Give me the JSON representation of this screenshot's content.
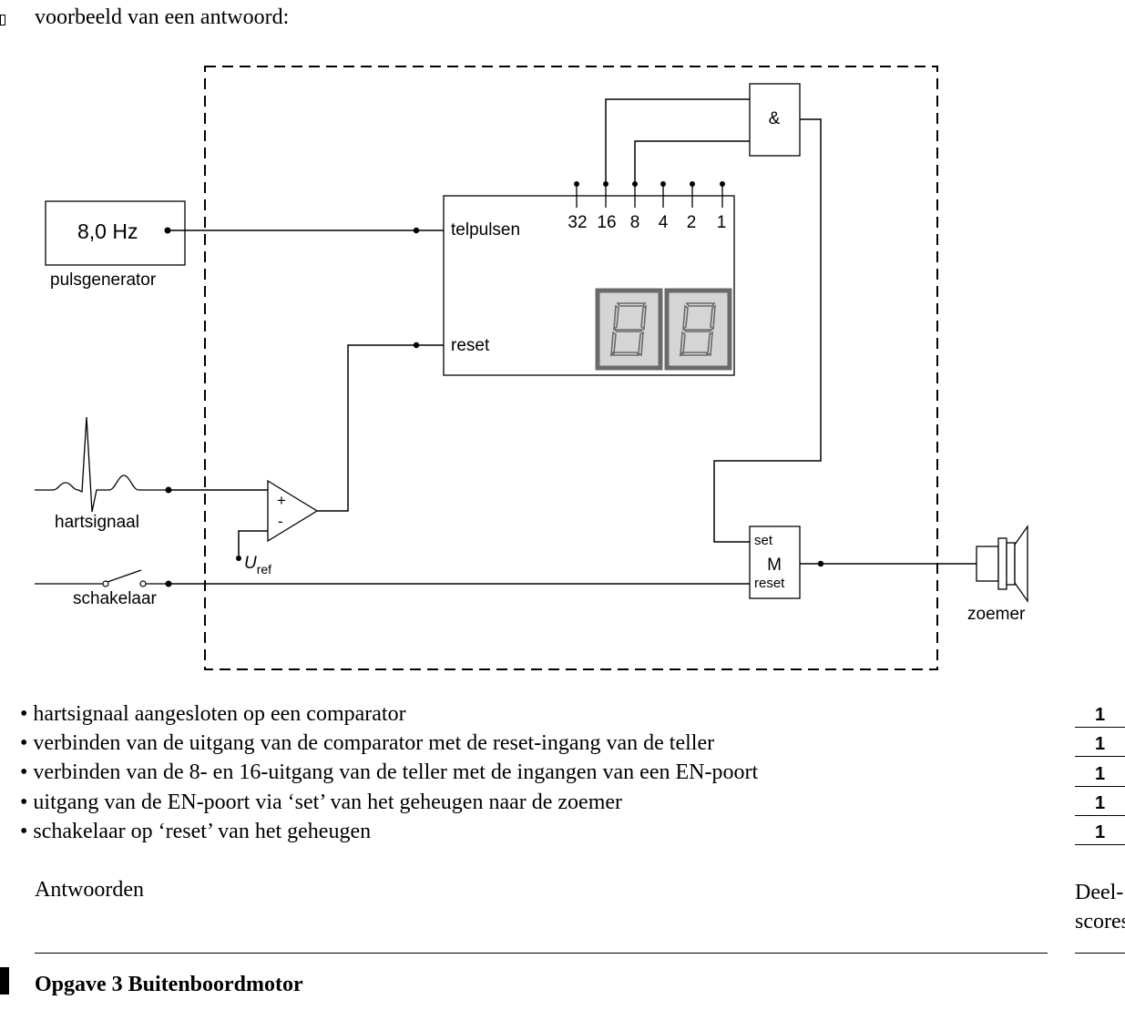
{
  "intro": "voorbeeld van een antwoord:",
  "diagram": {
    "pulse_value": "8,0 Hz",
    "pulse_label": "pulsgenerator",
    "counter_inputs": [
      "telpulsen",
      "reset"
    ],
    "counter_outputs": [
      "32",
      "16",
      "8",
      "4",
      "2",
      "1"
    ],
    "and_gate": "&",
    "comparator_plus": "+",
    "comparator_minus": "-",
    "uref_main": "U",
    "uref_sub": "ref",
    "heart_label": "hartsignaal",
    "switch_label": "schakelaar",
    "memory_set": "set",
    "memory_label": "M",
    "memory_reset": "reset",
    "buzzer_label": "zoemer"
  },
  "criteria": [
    {
      "text": "hartsignaal aangesloten op een comparator",
      "points": "1"
    },
    {
      "text": "verbinden van de uitgang van de comparator met de reset-ingang van de teller",
      "points": "1"
    },
    {
      "text": "verbinden van de 8- en 16-uitgang van de teller met de ingangen van een EN-poort",
      "points": "1"
    },
    {
      "text": "uitgang van de EN-poort via ‘set’ van het geheugen naar de zoemer",
      "points": "1"
    },
    {
      "text": "schakelaar op ‘reset’ van het geheugen",
      "points": "1"
    }
  ],
  "footer": {
    "answers": "Antwoorden",
    "deel_line1": "Deel-",
    "deel_line2": "scores",
    "next_title": "Opgave 3 Buitenboordmotor"
  }
}
